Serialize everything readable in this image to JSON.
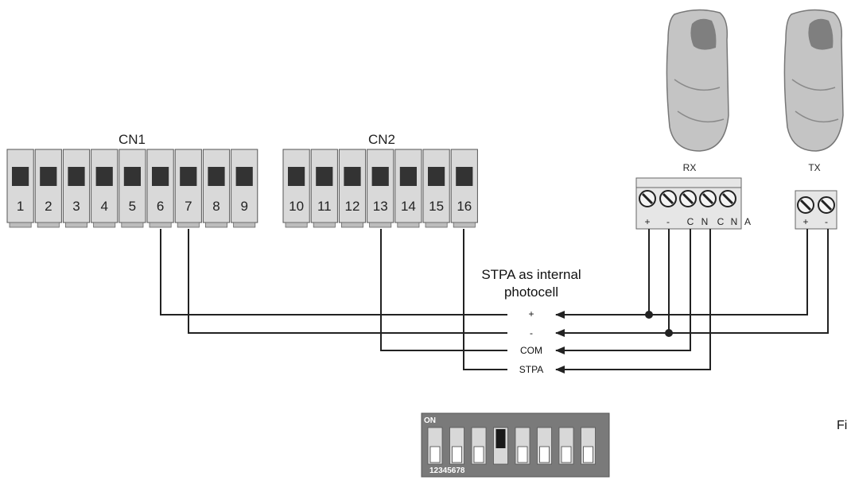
{
  "connectors": [
    {
      "title": "CN1",
      "terminals": [
        "1",
        "2",
        "3",
        "4",
        "5",
        "6",
        "7",
        "8",
        "9"
      ]
    },
    {
      "title": "CN2",
      "terminals": [
        "10",
        "11",
        "12",
        "13",
        "14",
        "15",
        "16"
      ]
    }
  ],
  "receiver": {
    "label": "RX",
    "terminals": [
      "+",
      "-",
      "C",
      "N",
      "C",
      "N",
      "A"
    ]
  },
  "transmitter": {
    "label": "TX",
    "terminals": [
      "+",
      "-"
    ]
  },
  "note": {
    "line1": "STPA as internal",
    "line2": "photocell"
  },
  "signals": [
    "+",
    "-",
    "COM",
    "STPA"
  ],
  "dip_switch": {
    "on_label": "ON",
    "numbers": "12345678",
    "switch_count": 8,
    "on_index": 3
  },
  "corner_text": "Fi",
  "colors": {
    "wire": "#222222",
    "terminal_body": "#d9d9d9",
    "terminal_window": "#333333",
    "sensor": "#bdbdbd",
    "dip_body": "#777777"
  }
}
